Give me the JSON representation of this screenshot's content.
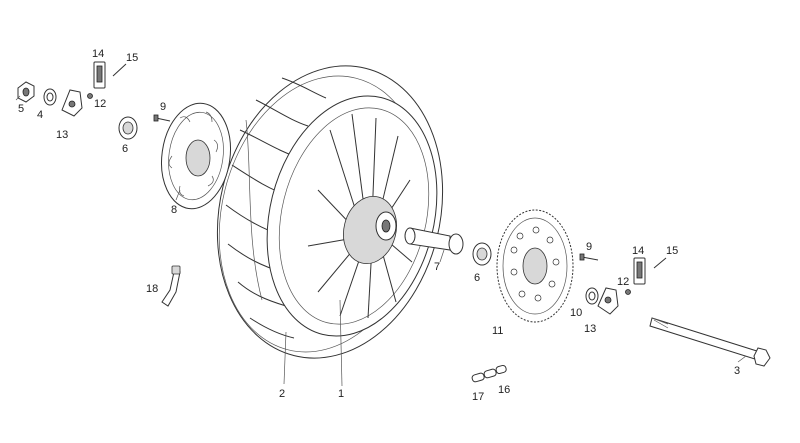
{
  "callouts": {
    "c1": "1",
    "c2": "2",
    "c3": "3",
    "c4": "4",
    "c5": "5",
    "c6a": "6",
    "c6b": "6",
    "c7": "7",
    "c8": "8",
    "c9a": "9",
    "c9b": "9",
    "c10": "10",
    "c11": "11",
    "c12a": "12",
    "c12b": "12",
    "c13a": "13",
    "c13b": "13",
    "c14a": "14",
    "c14b": "14",
    "c15a": "15",
    "c15b": "15",
    "c16": "16",
    "c17": "17",
    "c18": "18"
  }
}
